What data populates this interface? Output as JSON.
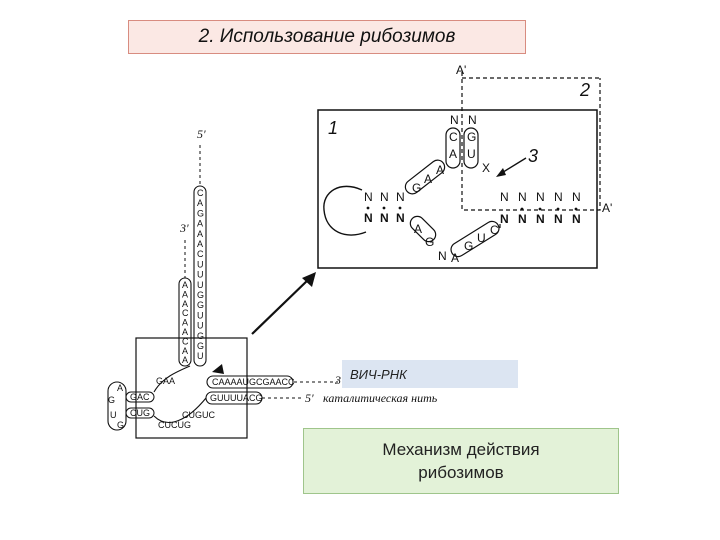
{
  "title": "2. Использование рибозимов",
  "hiv_label": "ВИЧ-РНК",
  "mechanism": {
    "line1": "Механизм действия",
    "line2": "рибозимов"
  },
  "diagram": {
    "panel_labels": {
      "one": "1",
      "two": "2",
      "three": "3"
    },
    "strand_labels": {
      "a_prime": "A'",
      "five_prime": "5'",
      "three_prime": "3'",
      "catalytic": "каталитическая нить"
    },
    "top_cap": [
      "N",
      "N"
    ],
    "cap_pair1": [
      "C",
      "G"
    ],
    "cap_pair2": [
      "A",
      "U"
    ],
    "x_mark": "X",
    "loop_stem_upper": [
      "N",
      "N",
      "N"
    ],
    "loop_stem_lower": [
      "N",
      "N",
      "N"
    ],
    "right_upper": [
      "N",
      "N",
      "N",
      "N",
      "N"
    ],
    "right_lower": [
      "N",
      "N",
      "N",
      "N",
      "N"
    ],
    "diag_upper": [
      "A",
      "A",
      "G"
    ],
    "diag_lower_left": [
      "A",
      "G",
      "N"
    ],
    "diag_lower_right": [
      "A",
      "G",
      "U",
      "C"
    ],
    "stem_left": [
      "A",
      "A",
      "A",
      "C",
      "A",
      "A",
      "C",
      "A",
      "A"
    ],
    "stem_right": [
      "C",
      "A",
      "G",
      "A",
      "A",
      "A",
      "C",
      "U",
      "U",
      "U",
      "G",
      "G",
      "U",
      "U",
      "G",
      "G",
      "U"
    ],
    "hiv_tail": "CAAAAUGCGAACC",
    "cat_tail": "GUUUUACG",
    "loop_bases_a": "GAA",
    "loop_bases_b": "CUCUG",
    "loop_bases_c": "CUGUC",
    "hairpin_left": [
      "A",
      "G",
      "U",
      "G"
    ],
    "hairpin_inner": [
      "GAC",
      "CUG"
    ]
  }
}
